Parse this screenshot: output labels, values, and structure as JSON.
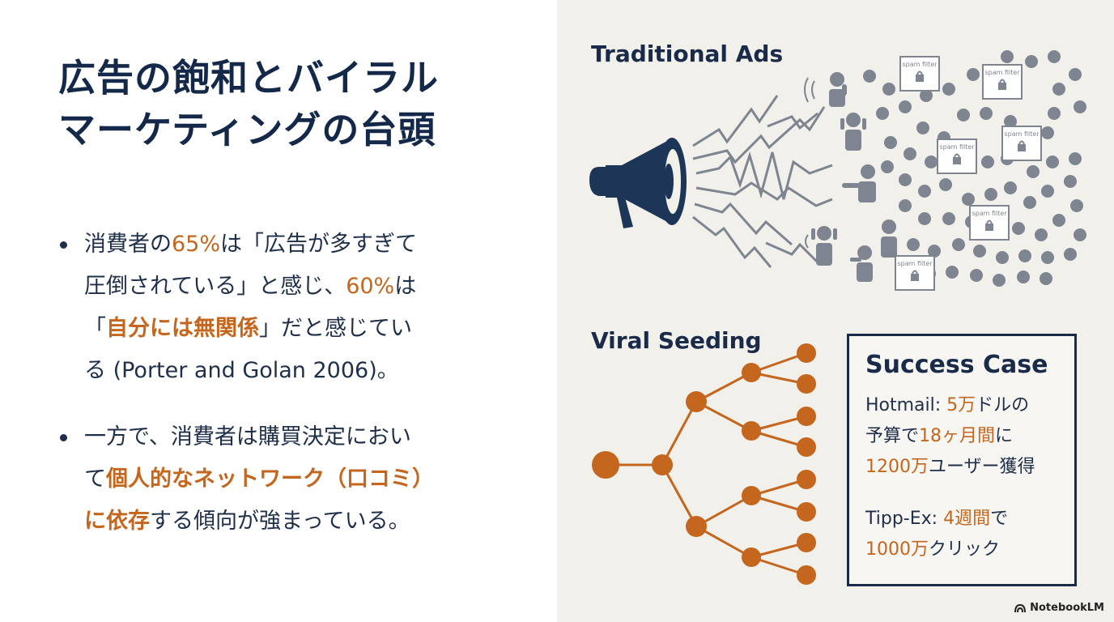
{
  "left": {
    "title_lines": [
      "広告の飽和とバイラル",
      "マーケティングの台頭"
    ],
    "bullet1": {
      "l1a": "消費者の",
      "l1b": "65%",
      "l1c": "は「広告が多すぎて",
      "l2a": "圧倒されている」と感じ、",
      "l2b": "60%",
      "l2c": "は",
      "l3a": "「",
      "l3b": "自分には無関係",
      "l3c": "」だと感じてい",
      "l4": "る (Porter and Golan 2006)。"
    },
    "bullet2": {
      "l1": "一方で、消費者は購買決定におい",
      "l2a": "て",
      "l2b": "個人的なネットワーク（口コミ）",
      "l3a": "に依存",
      "l3b": "する傾向が強まっている。"
    }
  },
  "right": {
    "traditional_label": "Traditional Ads",
    "viral_label": "Viral Seeding",
    "spam_filter_label": "spam filter",
    "success": {
      "title": "Success Case",
      "hotmail": {
        "l1a": "Hotmail: ",
        "l1b": "5万",
        "l1c": "ドルの",
        "l2a": "予算で",
        "l2b": "18ヶ月間",
        "l2c": "に",
        "l3a": "1200万",
        "l3b": "ユーザー獲得"
      },
      "tippex": {
        "l1a": "Tipp-Ex: ",
        "l1b": "4週間",
        "l1c": "で",
        "l2a": "1000万",
        "l2b": "クリック"
      }
    },
    "watermark": "NotebookLM"
  },
  "colors": {
    "navy": "#14284a",
    "accent_orange": "#c4661d",
    "gray_crowd": "#7e8590",
    "right_bg": "#f1f0eb"
  },
  "icons": [
    "megaphone-icon",
    "person-icon",
    "spam-filter-icon",
    "lock-icon"
  ]
}
